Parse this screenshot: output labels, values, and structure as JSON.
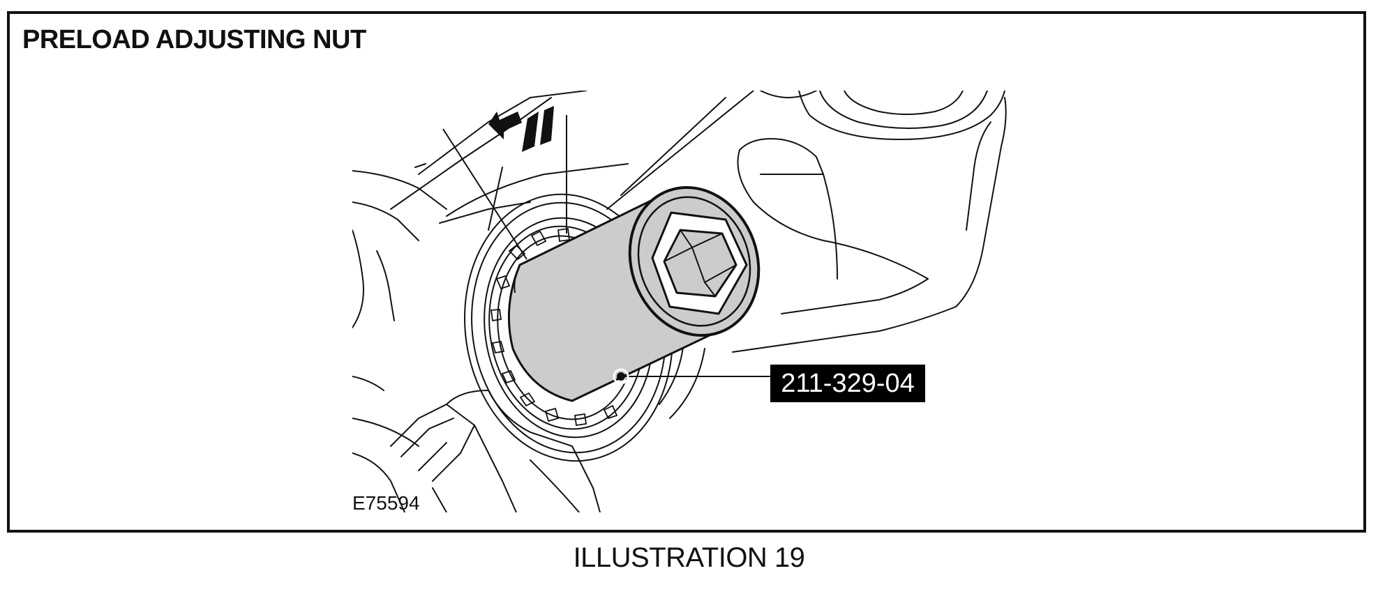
{
  "title": "PRELOAD ADJUSTING NUT",
  "tool_callout": "211-329-04",
  "figure_id": "E75594",
  "caption": "ILLUSTRATION 19",
  "colors": {
    "line": "#111111",
    "tool_fill": "#cccccc",
    "callout_bg": "#000000",
    "callout_text": "#ffffff"
  },
  "icons": {
    "rotation_arrow": "rotation-arrow-icon"
  }
}
